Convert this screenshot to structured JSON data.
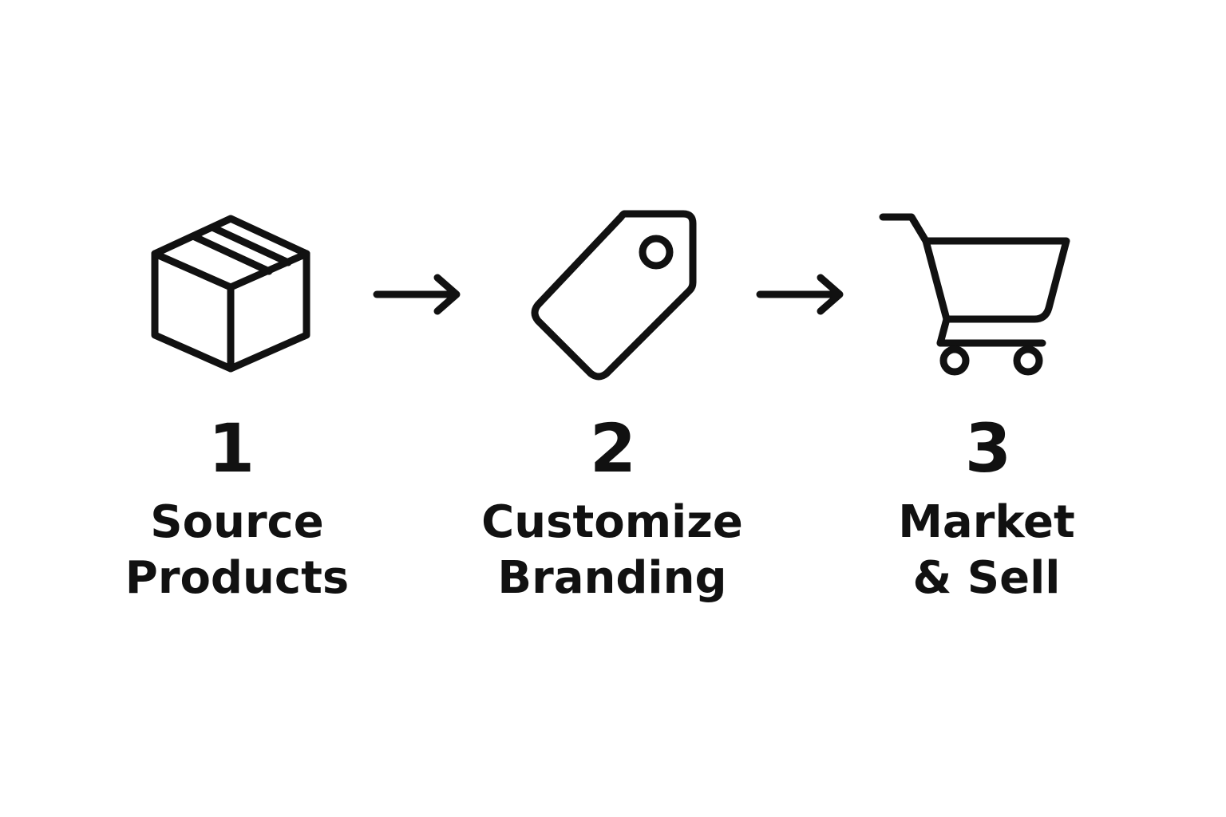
{
  "steps": [
    {
      "number": "1",
      "label_line1": "Source",
      "label_line2": "Products",
      "icon": "box-icon"
    },
    {
      "number": "2",
      "label_line1": "Customize",
      "label_line2": "Branding",
      "icon": "tag-icon"
    },
    {
      "number": "3",
      "label_line1": "Market",
      "label_line2": "& Sell",
      "icon": "shopping-cart-icon"
    }
  ],
  "connectors": [
    {
      "icon": "arrow-right-icon"
    },
    {
      "icon": "arrow-right-icon"
    }
  ],
  "colors": {
    "foreground": "#111111",
    "background": "#ffffff"
  }
}
